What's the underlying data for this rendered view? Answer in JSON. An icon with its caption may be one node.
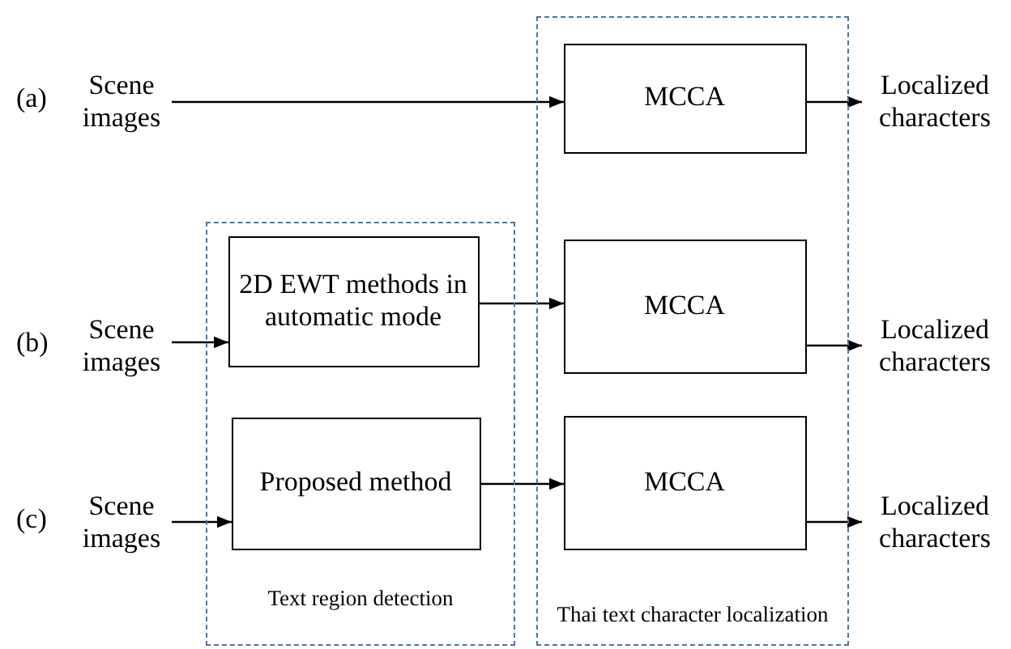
{
  "diagram": {
    "nodes": [
      {
        "text": [
          "Thai text character localization"
        ]
      },
      {
        "text": [
          "Text region detection"
        ]
      },
      {
        "text": [
          "Scene images"
        ]
      },
      {
        "text": [
          "MCCA"
        ],
        "in": 0
      },
      {
        "text": [
          "Localized characters"
        ]
      },
      {
        "text": [
          "Scene images"
        ]
      },
      {
        "text": [
          "2D EWT methods in automatic mode"
        ],
        "in": 1
      },
      {
        "text": [
          "MCCA"
        ],
        "in": 0
      },
      {
        "text": [
          "Localized characters"
        ]
      },
      {
        "text": [
          "Scene images"
        ]
      },
      {
        "text": [
          "Proposed method"
        ],
        "in": 1
      },
      {
        "text": [
          "MCCA"
        ],
        "in": 0
      },
      {
        "text": [
          "Localized characters"
        ]
      }
    ],
    "edges": [
      {
        "from": 2,
        "to": 3,
        "arrow": "to"
      },
      {
        "from": 3,
        "to": 4,
        "arrow": "to"
      },
      {
        "from": 5,
        "to": 6,
        "arrow": "to"
      },
      {
        "from": 6,
        "to": 7,
        "arrow": "to"
      },
      {
        "from": 7,
        "to": 8,
        "arrow": "to"
      },
      {
        "from": 9,
        "to": 10,
        "arrow": "to"
      },
      {
        "from": 10,
        "to": 11,
        "arrow": "to"
      },
      {
        "from": 11,
        "to": 12,
        "arrow": "to"
      }
    ],
    "labels": [
      "(a)",
      "(b)",
      "(c)"
    ]
  }
}
